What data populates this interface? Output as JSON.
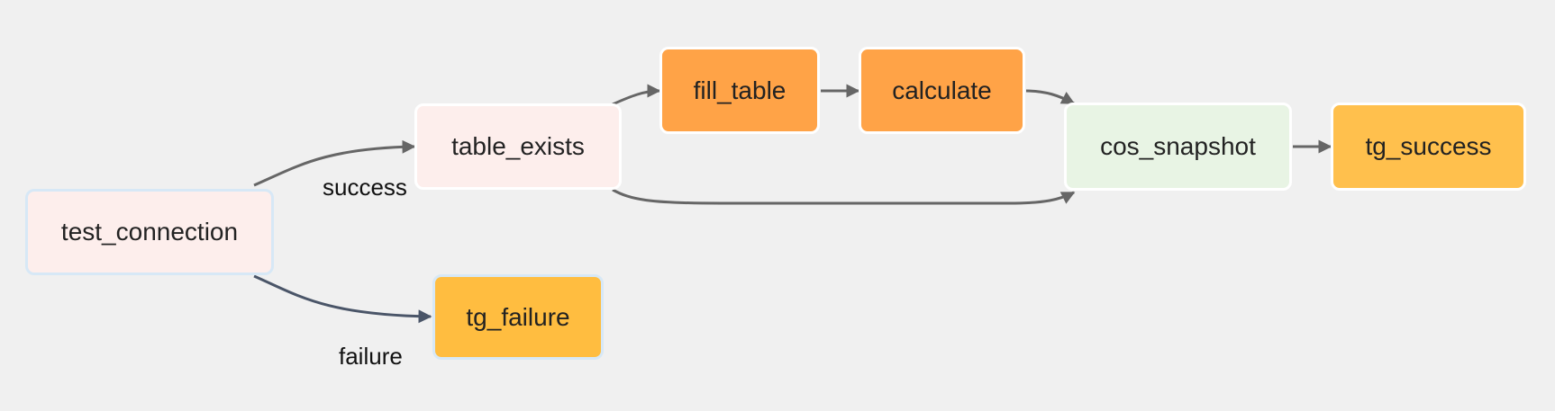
{
  "nodes": [
    {
      "id": "test_connection",
      "label": "test_connection",
      "fill": "#fdeeec",
      "border": "#d7e8f6"
    },
    {
      "id": "table_exists",
      "label": "table_exists",
      "fill": "#fdeeec",
      "border": "#ffffff"
    },
    {
      "id": "fill_table",
      "label": "fill_table",
      "fill": "#ffa347",
      "border": "#ffffff"
    },
    {
      "id": "calculate",
      "label": "calculate",
      "fill": "#ffa347",
      "border": "#ffffff"
    },
    {
      "id": "cos_snapshot",
      "label": "cos_snapshot",
      "fill": "#e8f4e4",
      "border": "#ffffff"
    },
    {
      "id": "tg_success",
      "label": "tg_success",
      "fill": "#ffc04d",
      "border": "#ffffff"
    },
    {
      "id": "tg_failure",
      "label": "tg_failure",
      "fill": "#ffbd40",
      "border": "#d7e8f6"
    }
  ],
  "edges": [
    {
      "from": "test_connection",
      "to": "table_exists",
      "label": "success"
    },
    {
      "from": "test_connection",
      "to": "tg_failure",
      "label": "failure"
    },
    {
      "from": "table_exists",
      "to": "fill_table",
      "label": ""
    },
    {
      "from": "fill_table",
      "to": "calculate",
      "label": ""
    },
    {
      "from": "calculate",
      "to": "cos_snapshot",
      "label": ""
    },
    {
      "from": "table_exists",
      "to": "cos_snapshot",
      "label": ""
    },
    {
      "from": "cos_snapshot",
      "to": "tg_success",
      "label": ""
    }
  ],
  "edge_labels": {
    "success": "success",
    "failure": "failure"
  },
  "colors": {
    "edge_default": "#666666",
    "edge_failure": "#4a5568"
  }
}
